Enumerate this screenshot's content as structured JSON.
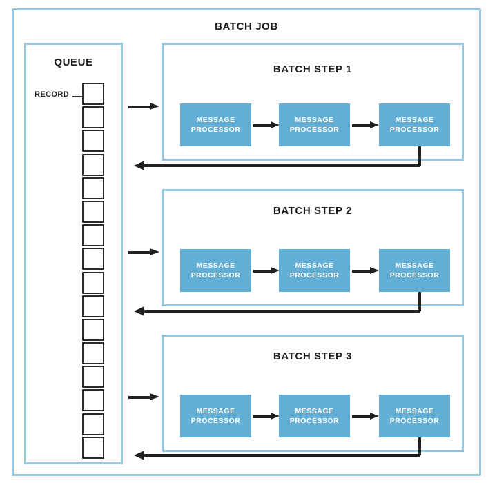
{
  "diagram": {
    "title": "BATCH JOB",
    "queue": {
      "title": "QUEUE",
      "record_label": "RECORD",
      "record_count": 16
    },
    "steps": [
      {
        "title": "BATCH STEP 1",
        "processors": [
          {
            "line1": "MESSAGE",
            "line2": "PROCESSOR"
          },
          {
            "line1": "MESSAGE",
            "line2": "PROCESSOR"
          },
          {
            "line1": "MESSAGE",
            "line2": "PROCESSOR"
          }
        ]
      },
      {
        "title": "BATCH STEP 2",
        "processors": [
          {
            "line1": "MESSAGE",
            "line2": "PROCESSOR"
          },
          {
            "line1": "MESSAGE",
            "line2": "PROCESSOR"
          },
          {
            "line1": "MESSAGE",
            "line2": "PROCESSOR"
          }
        ]
      },
      {
        "title": "BATCH STEP 3",
        "processors": [
          {
            "line1": "MESSAGE",
            "line2": "PROCESSOR"
          },
          {
            "line1": "MESSAGE",
            "line2": "PROCESSOR"
          },
          {
            "line1": "MESSAGE",
            "line2": "PROCESSOR"
          }
        ]
      }
    ],
    "icons": {
      "feed_arrow": "arrow-right-icon",
      "chain_arrow": "arrow-right-icon",
      "return_arrow": "arrow-left-icon"
    },
    "colors": {
      "panel_border": "#9ac9df",
      "processor_fill": "#63aed4",
      "processor_text": "#ffffff",
      "arrow": "#212121",
      "record_border": "#2b2b2b",
      "background": "#ffffff",
      "title_text": "#1b1b1b"
    }
  }
}
